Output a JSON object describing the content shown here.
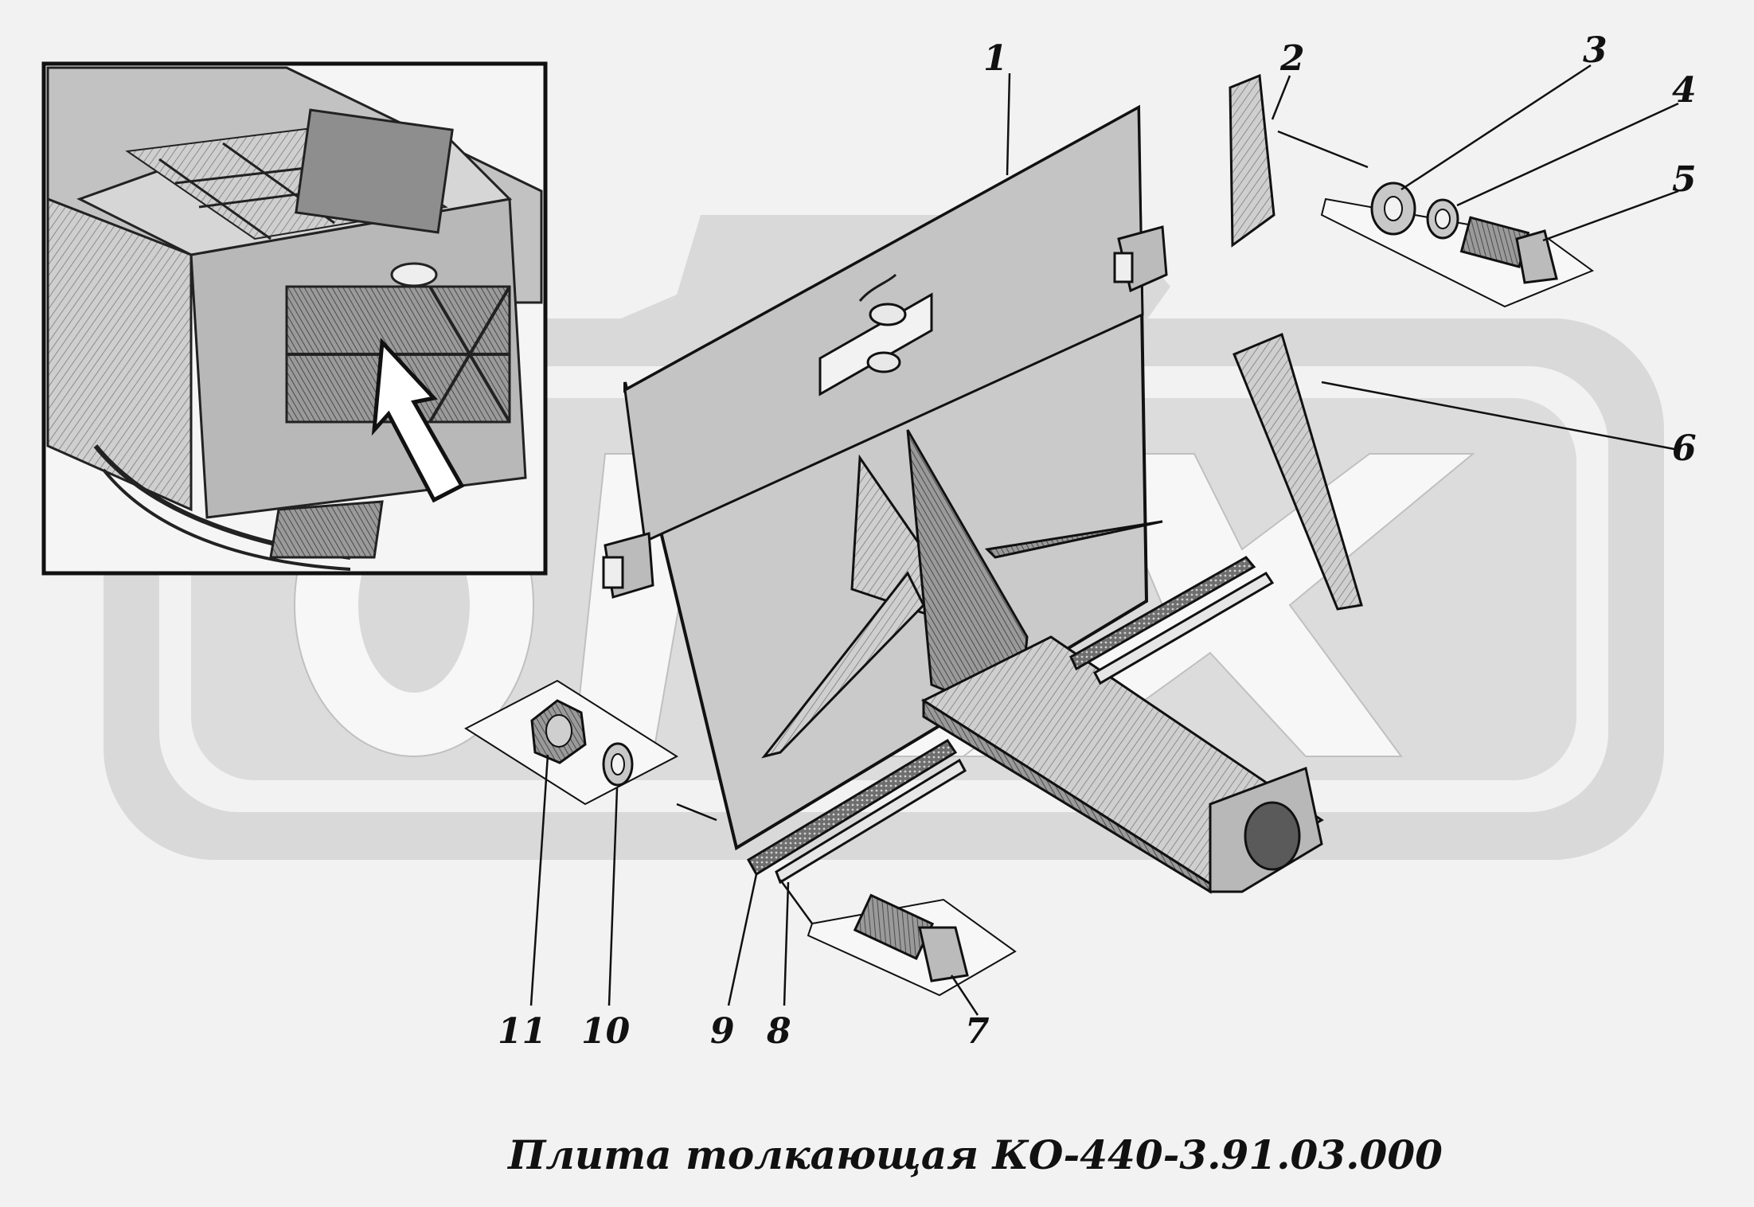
{
  "title": "Плита толкающая КО-440-3.91.03.000",
  "callouts": [
    "1",
    "2",
    "3",
    "4",
    "5",
    "6",
    "7",
    "8",
    "9",
    "10",
    "11"
  ],
  "watermark_text": "ОРЕХ",
  "colors": {
    "background": "#f2f2f2",
    "watermark": "#d9d9d9",
    "ink": "#1a1a1a",
    "part_fill": "#c9c9c9",
    "part_dark": "#8a8a8a"
  }
}
